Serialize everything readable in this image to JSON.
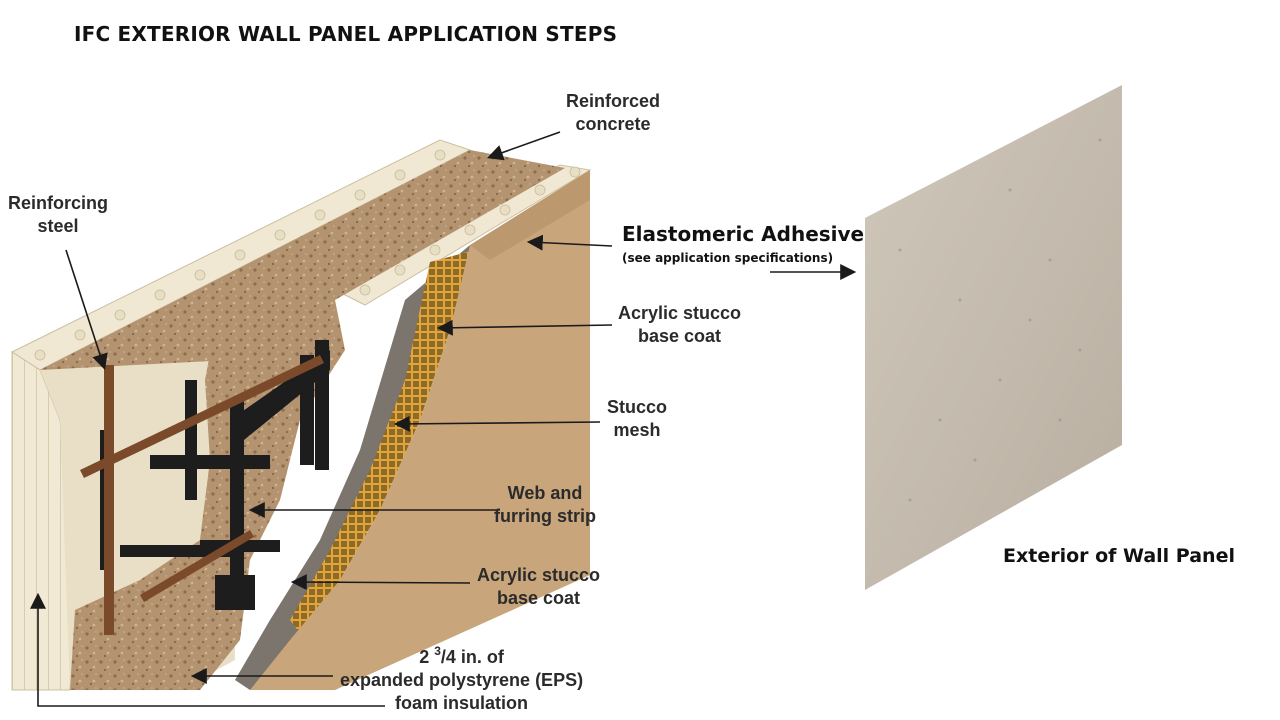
{
  "title": "IFC EXTERIOR WALL PANEL APPLICATION STEPS",
  "labels": {
    "reinforced_concrete": [
      "Reinforced",
      "concrete"
    ],
    "reinforcing_steel": [
      "Reinforcing",
      "steel"
    ],
    "elastomeric_adhesive": "Elastomeric Adhesive",
    "adhesive_note": "(see application specifications)",
    "acrylic_base_coat_top": [
      "Acrylic stucco",
      "base coat"
    ],
    "stucco_mesh": [
      "Stucco",
      "mesh"
    ],
    "web_furring": [
      "Web and",
      "furring strip"
    ],
    "acrylic_base_coat_bottom": [
      "Acrylic stucco",
      "base coat"
    ],
    "eps_line1_prefix": "2 ",
    "eps_line1_sup": "3",
    "eps_line1_suffix": "/4 in. of",
    "eps_line2": "expanded polystyrene (EPS)",
    "eps_line3": "foam insulation",
    "exterior_panel": "Exterior of Wall Panel"
  },
  "colors": {
    "eps_foam": "#efe6cf",
    "concrete": "#b99a72",
    "stucco_finish": "#c9a57c",
    "base_coat_gray": "#7b756d",
    "mesh": "#d79a2f",
    "web_black": "#1d1d1d",
    "rebar": "#7a4a2a",
    "panel": "#c5bcaf"
  }
}
